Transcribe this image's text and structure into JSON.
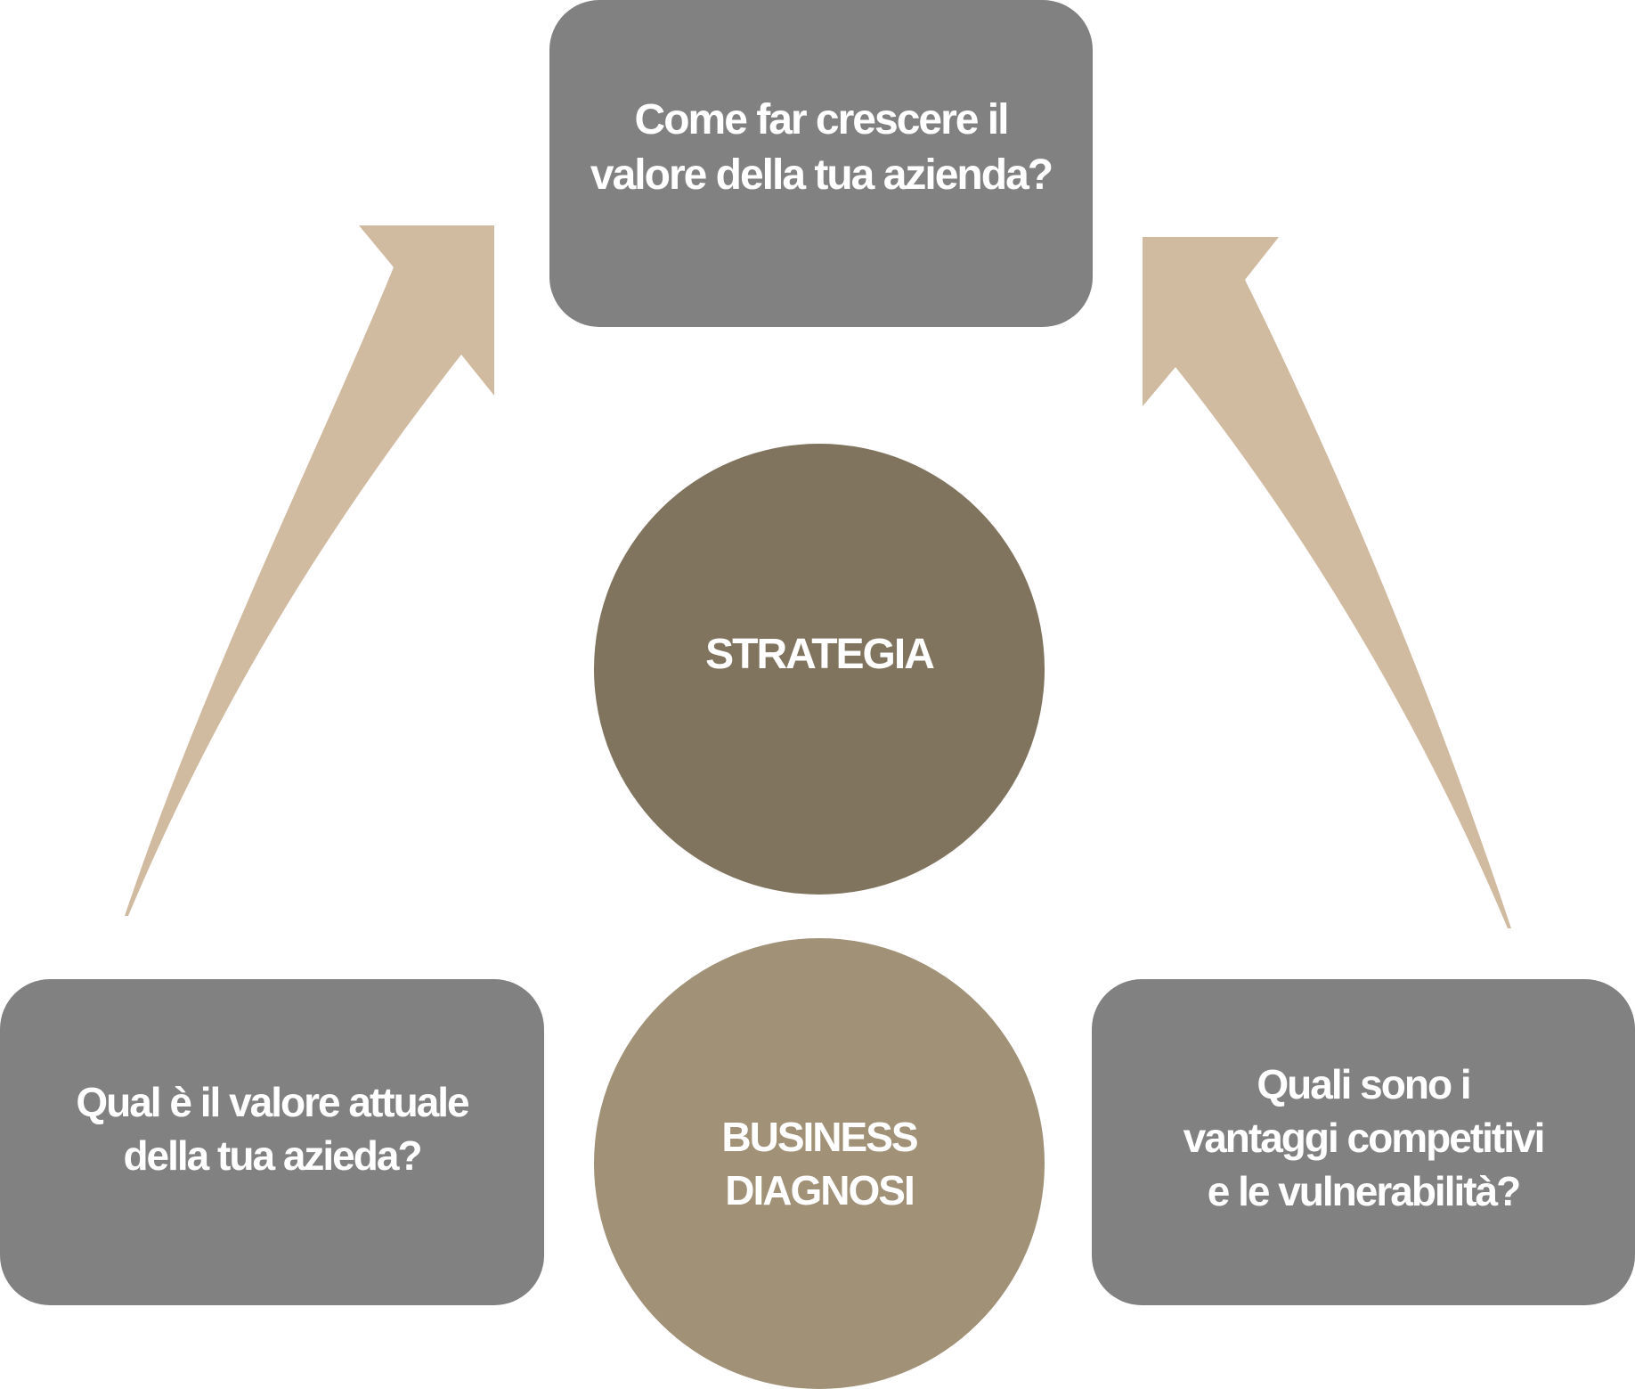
{
  "colors": {
    "box": "#808180",
    "circle_top": "#80745e",
    "circle_bottom": "#a09177",
    "arrow": "#d1bba0",
    "text": "#ffffff"
  },
  "boxes": {
    "top": {
      "lines": [
        "Come far crescere il",
        "valore della tua azienda?"
      ]
    },
    "left": {
      "lines": [
        "Qual è il valore attuale",
        "della tua azieda?"
      ]
    },
    "right": {
      "lines": [
        "Quali sono i",
        "vantaggi competitivi",
        "e le vulnerabilità?"
      ]
    }
  },
  "circles": {
    "top": {
      "lines": [
        "STRATEGIA"
      ]
    },
    "bottom": {
      "lines": [
        "BUSINESS",
        "DIAGNOSI"
      ]
    }
  }
}
